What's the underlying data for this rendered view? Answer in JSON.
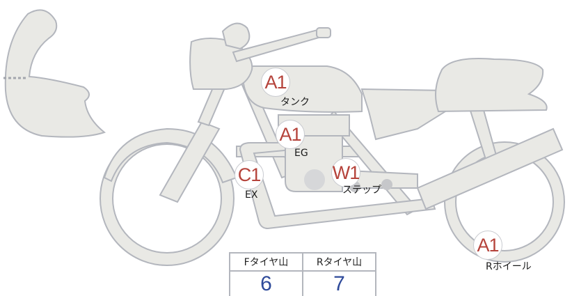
{
  "colors": {
    "part_fill": "#e9e9e5",
    "outline": "#b3b6bd",
    "grade_text": "#b5433b",
    "value_text": "#2e4a9a"
  },
  "markers": [
    {
      "id": "tank",
      "grade": "A1",
      "label": "タンク"
    },
    {
      "id": "engine",
      "grade": "A1",
      "label": "EG"
    },
    {
      "id": "exhaust",
      "grade": "C1",
      "label": "EX"
    },
    {
      "id": "step",
      "grade": "W1",
      "label": "ステップ"
    },
    {
      "id": "rear-wheel",
      "grade": "A1",
      "label": "Rホイール"
    }
  ],
  "tread_table": {
    "headers": [
      "Fタイヤ山",
      "Rタイヤ山"
    ],
    "values": [
      "6",
      "7"
    ]
  }
}
